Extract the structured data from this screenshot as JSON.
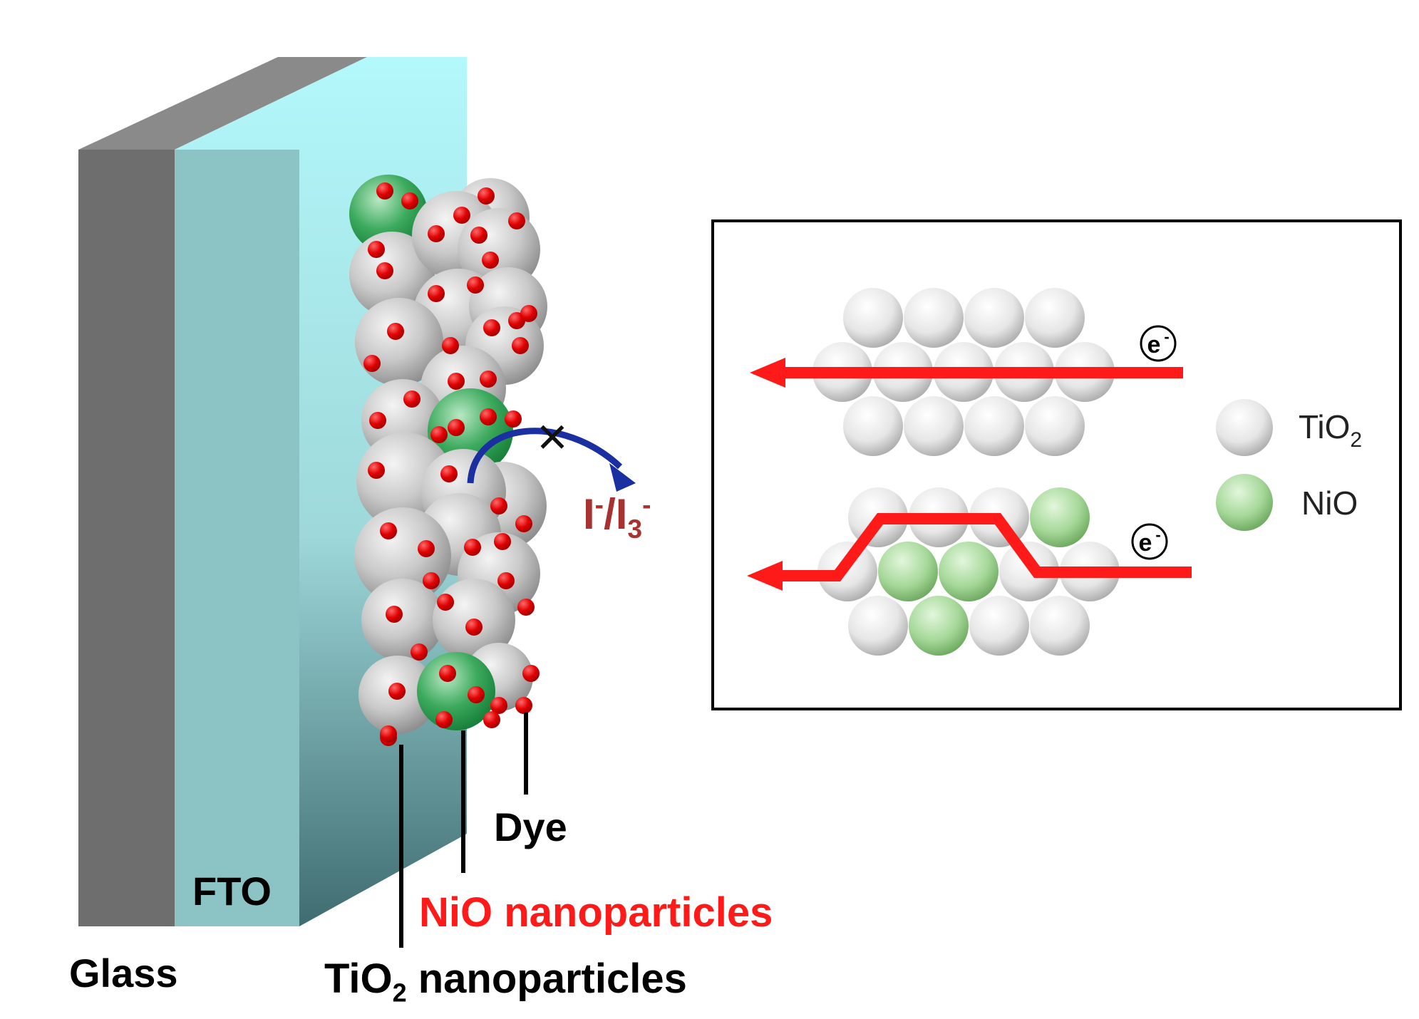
{
  "labels": {
    "glass": "Glass",
    "fto": "FTO",
    "tio2_prefix": "TiO",
    "tio2_sub": "2",
    "tio2_suffix": " nanoparticles",
    "nio": "NiO nanoparticles",
    "dye": "Dye",
    "redox_i": "I",
    "redox_minus1": "-",
    "redox_slash": "/I",
    "redox_sub": "3",
    "redox_minus2": "-"
  },
  "inset": {
    "electron_symbol": "e",
    "electron_charge": "-",
    "legend": [
      {
        "label_main": "TiO",
        "label_sub": "2",
        "kind": "tio2"
      },
      {
        "label_main": "NiO",
        "label_sub": "",
        "kind": "nio"
      }
    ]
  },
  "blocked_marker": "×",
  "colors": {
    "glass_dark": "#6e6e6e",
    "glass_top": "#8a8a8a",
    "fto_front": "#8cc3c4",
    "fto_back": "#b6f7fa",
    "dye": "#ee0000",
    "tio2_particle": "#cfcfcf",
    "nio_particle": "#2f9f4f",
    "arrow_red": "#ff1a1a",
    "redox_arc": "#1a2fa0",
    "redox_text": "#a83232",
    "nio_label": "#ff1a1a"
  }
}
